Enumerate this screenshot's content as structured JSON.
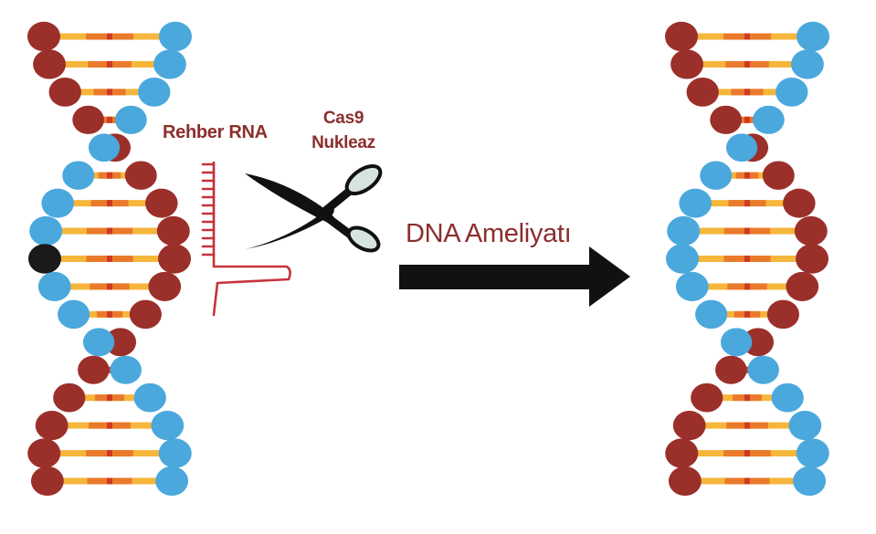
{
  "labels": {
    "guide_rna": "Rehber RNA",
    "cas9_line1": "Cas9",
    "cas9_line2": "Nukleaz",
    "process": "DNA Ameliyatı"
  },
  "colors": {
    "maroon_base": "#9b2f2a",
    "blue_base": "#4aa8dd",
    "mutation_base": "#1a1a1a",
    "rung_yellow": "#f5b63b",
    "rung_orange": "#ea7a2b",
    "rung_red": "#cf3a22",
    "label_text": "#8b2f2c",
    "guide_rna_line": "#c8323a",
    "arrow": "#111111",
    "scissor_blade_fill": "#d7e4de"
  },
  "icons": {
    "dna_left": "dna-double-helix-icon",
    "dna_right": "dna-double-helix-icon",
    "scissors": "scissors-icon",
    "guide_rna": "guide-rna-comb-icon",
    "arrow": "arrow-right-icon"
  }
}
